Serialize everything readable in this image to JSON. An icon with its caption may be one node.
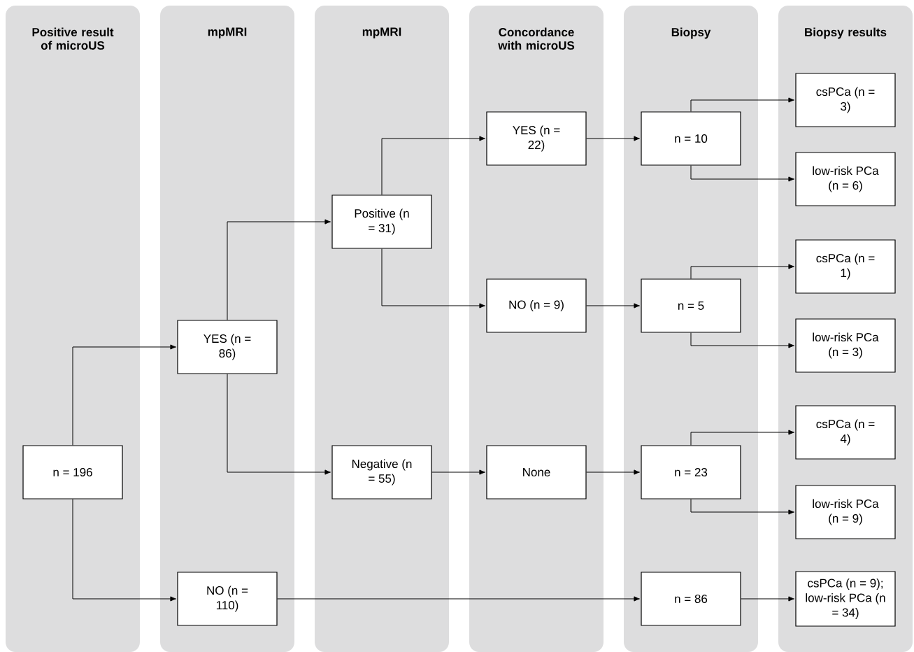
{
  "diagram": {
    "nodes": [
      {
        "text": [
          "Positive result of microUS"
        ]
      },
      {
        "text": [
          "mpMRI"
        ]
      },
      {
        "text": [
          "mpMRI"
        ]
      },
      {
        "text": [
          "Concordance with microUS"
        ]
      },
      {
        "text": [
          "Biopsy"
        ]
      },
      {
        "text": [
          "Biopsy results"
        ]
      },
      {
        "text": [
          "n = 196"
        ],
        "in": 0
      },
      {
        "text": [
          "YES (n = 86)"
        ],
        "in": 1
      },
      {
        "text": [
          "NO (n = 110)"
        ],
        "in": 1
      },
      {
        "text": [
          "Positive (n = 31)"
        ],
        "in": 2
      },
      {
        "text": [
          "Negative (n = 55)"
        ],
        "in": 2
      },
      {
        "text": [
          "YES (n = 22)"
        ],
        "in": 3
      },
      {
        "text": [
          "NO (n = 9)"
        ],
        "in": 3
      },
      {
        "text": [
          "None"
        ],
        "in": 3
      },
      {
        "text": [
          "n = 10"
        ],
        "in": 4
      },
      {
        "text": [
          "n = 5"
        ],
        "in": 4
      },
      {
        "text": [
          "n = 23"
        ],
        "in": 4
      },
      {
        "text": [
          "n = 86"
        ],
        "in": 4
      },
      {
        "text": [
          "csPCa (n = 3)"
        ],
        "in": 5
      },
      {
        "text": [
          "low-risk PCa (n = 6)"
        ],
        "in": 5
      },
      {
        "text": [
          "csPCa (n = 1)"
        ],
        "in": 5
      },
      {
        "text": [
          "low-risk PCa (n = 3)"
        ],
        "in": 5
      },
      {
        "text": [
          "csPCa (n = 4)"
        ],
        "in": 5
      },
      {
        "text": [
          "low-risk PCa (n = 9)"
        ],
        "in": 5
      },
      {
        "text": [
          "csPCa (n = 9); low-risk PCa (n = 34)"
        ],
        "in": 5
      }
    ],
    "edges": [
      {
        "from": 6,
        "to": 7,
        "arrow": "to"
      },
      {
        "from": 6,
        "to": 8,
        "arrow": "to"
      },
      {
        "from": 7,
        "to": 9,
        "arrow": "to"
      },
      {
        "from": 7,
        "to": 10,
        "arrow": "to"
      },
      {
        "from": 9,
        "to": 11,
        "arrow": "to"
      },
      {
        "from": 9,
        "to": 12,
        "arrow": "to"
      },
      {
        "from": 10,
        "to": 13,
        "arrow": "to"
      },
      {
        "from": 11,
        "to": 14,
        "arrow": "to"
      },
      {
        "from": 12,
        "to": 15,
        "arrow": "to"
      },
      {
        "from": 13,
        "to": 16,
        "arrow": "to"
      },
      {
        "from": 8,
        "to": 17,
        "arrow": "to"
      },
      {
        "from": 14,
        "to": 18,
        "arrow": "to"
      },
      {
        "from": 14,
        "to": 19,
        "arrow": "to"
      },
      {
        "from": 15,
        "to": 20,
        "arrow": "to"
      },
      {
        "from": 15,
        "to": 21,
        "arrow": "to"
      },
      {
        "from": 16,
        "to": 22,
        "arrow": "to"
      },
      {
        "from": 16,
        "to": 23,
        "arrow": "to"
      },
      {
        "from": 17,
        "to": 24,
        "arrow": "to"
      }
    ]
  }
}
